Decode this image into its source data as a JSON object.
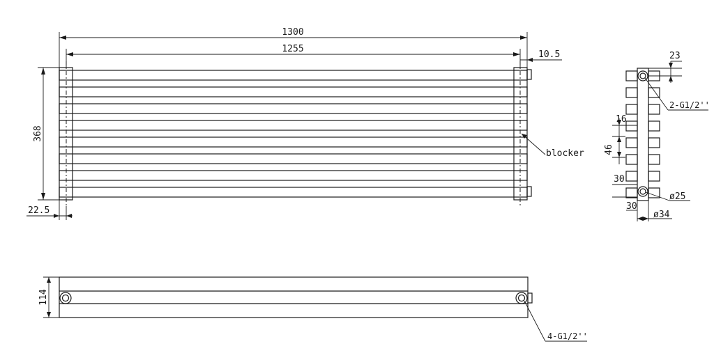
{
  "front_view": {
    "dim_total_width": "1300",
    "dim_centers": "1255",
    "dim_offset_right": "10.5",
    "dim_height": "368",
    "dim_offset_left": "22.5",
    "label_blocker": "blocker"
  },
  "side_view": {
    "dim_top": "23",
    "label_inlet": "2-G1/2''",
    "dim_tube_width": "16",
    "dim_tube_pitch": "46",
    "dim_bottom_a": "30",
    "dim_bottom_b": "30",
    "dim_pipe_inner": "ø25",
    "dim_pipe_outer": "ø34"
  },
  "bottom_view": {
    "dim_depth": "114",
    "label_connections": "4-G1/2''"
  }
}
